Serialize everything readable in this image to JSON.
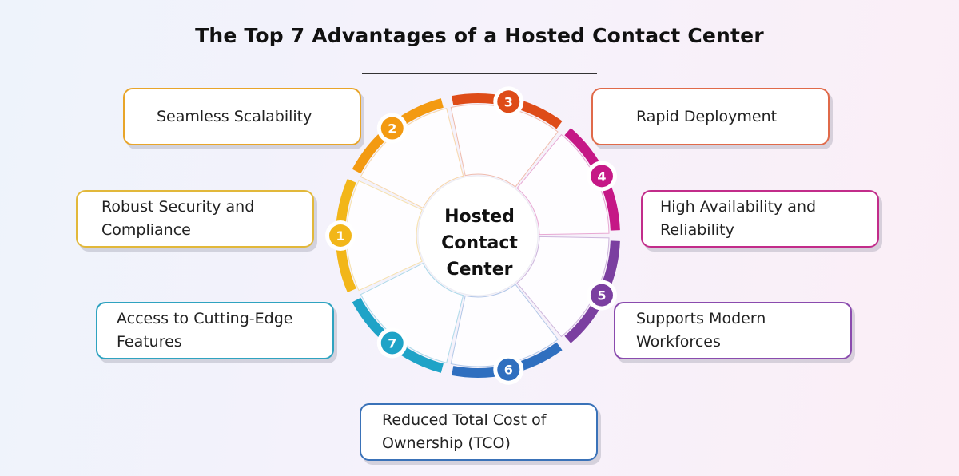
{
  "title": "The Top 7 Advantages of a Hosted Contact Center",
  "center_label": [
    "Hosted",
    "Contact",
    "Center"
  ],
  "segments": [
    {
      "number": "1",
      "label_lines": [
        "Robust Security and",
        "Compliance"
      ],
      "color": "#F2B619"
    },
    {
      "number": "2",
      "label_lines": [
        "Seamless Scalability"
      ],
      "color": "#F39A11"
    },
    {
      "number": "3",
      "label_lines": [
        "Rapid Deployment"
      ],
      "color": "#DE4C18"
    },
    {
      "number": "4",
      "label_lines": [
        "High Availability and",
        "Reliability"
      ],
      "color": "#C51886"
    },
    {
      "number": "5",
      "label_lines": [
        "Supports Modern",
        "Workforces"
      ],
      "color": "#7B3FA0"
    },
    {
      "number": "6",
      "label_lines": [
        "Reduced Total Cost of",
        "Ownership (TCO)"
      ],
      "color": "#2F6FBF"
    },
    {
      "number": "7",
      "label_lines": [
        "Access to Cutting-Edge",
        "Features"
      ],
      "color": "#1FA3C7"
    }
  ]
}
